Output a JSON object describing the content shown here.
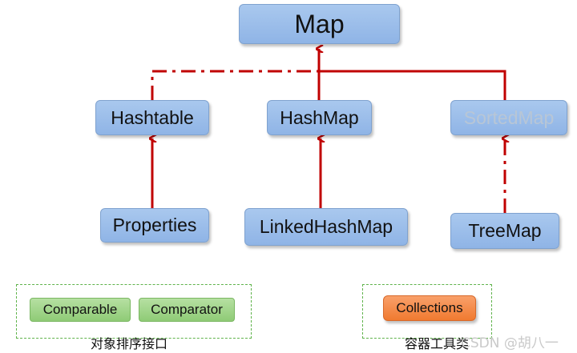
{
  "nodes": {
    "map": "Map",
    "hashtable": "Hashtable",
    "hashmap": "HashMap",
    "sortedmap": "SortedMap",
    "properties": "Properties",
    "linkedhashmap": "LinkedHashMap",
    "treemap": "TreeMap"
  },
  "sort_group": {
    "items": [
      "Comparable",
      "Comparator"
    ],
    "caption": "对象排序接口"
  },
  "tools_group": {
    "item": "Collections",
    "caption": "容器工具类"
  },
  "watermark": "CSDN @胡八一",
  "colors": {
    "arrow": "#c00000",
    "node_fill": "#9dbeea",
    "green_fill": "#a3d68c",
    "orange_fill": "#f28a44",
    "group_border": "#5fb34b"
  }
}
